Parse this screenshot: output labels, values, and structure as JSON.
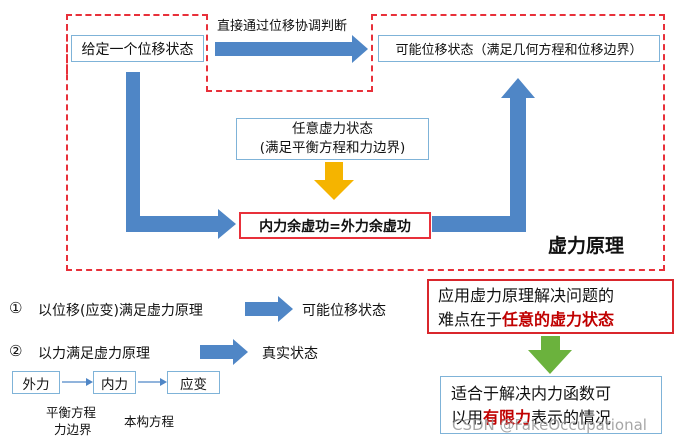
{
  "diagram": {
    "top_section": {
      "given_state": "给定一个位移状态",
      "direct_check_label": "直接通过位移协调判断",
      "possible_state": "可能位移状态（满足几何方程和位移边界）",
      "virtual_force_line1": "任意虚力状态",
      "virtual_force_line2": "(满足平衡方程和力边界)",
      "work_equation": "内力余虚功=外力余虚功",
      "principle_title": "虚力原理"
    },
    "list": {
      "item1_marker": "①",
      "item1_text": "以位移(应变)满足虚力原理",
      "item1_result": "可能位移状态",
      "item2_marker": "②",
      "item2_text": "以力满足虚力原理",
      "item2_result": "真实状态"
    },
    "chain": {
      "external_force": "外力",
      "internal_force": "内力",
      "stress": "应变",
      "equilibrium_line1": "平衡方程",
      "equilibrium_line2": "力边界",
      "constitutive": "本构方程"
    },
    "difficulty_box": {
      "line1": "应用虚力原理解决问题的",
      "line2_prefix": "难点在于",
      "line2_emphasis": "任意的虚力状态"
    },
    "suitable_box": {
      "line1": "适合于解决内力函数可",
      "line2_prefix": "以用",
      "line2_emphasis": "有限力",
      "line2_suffix": "表示的情况"
    },
    "watermark": "CSDN @FakeOccupational"
  },
  "colors": {
    "dashed_border": "#e8303a",
    "box_border_blue": "#7fb3d8",
    "arrow_blue": "#4f86c6",
    "arrow_yellow": "#f5b400",
    "arrow_green": "#6bb23d",
    "red_box_border": "#d9262c",
    "emphasis_red": "#c00000"
  }
}
